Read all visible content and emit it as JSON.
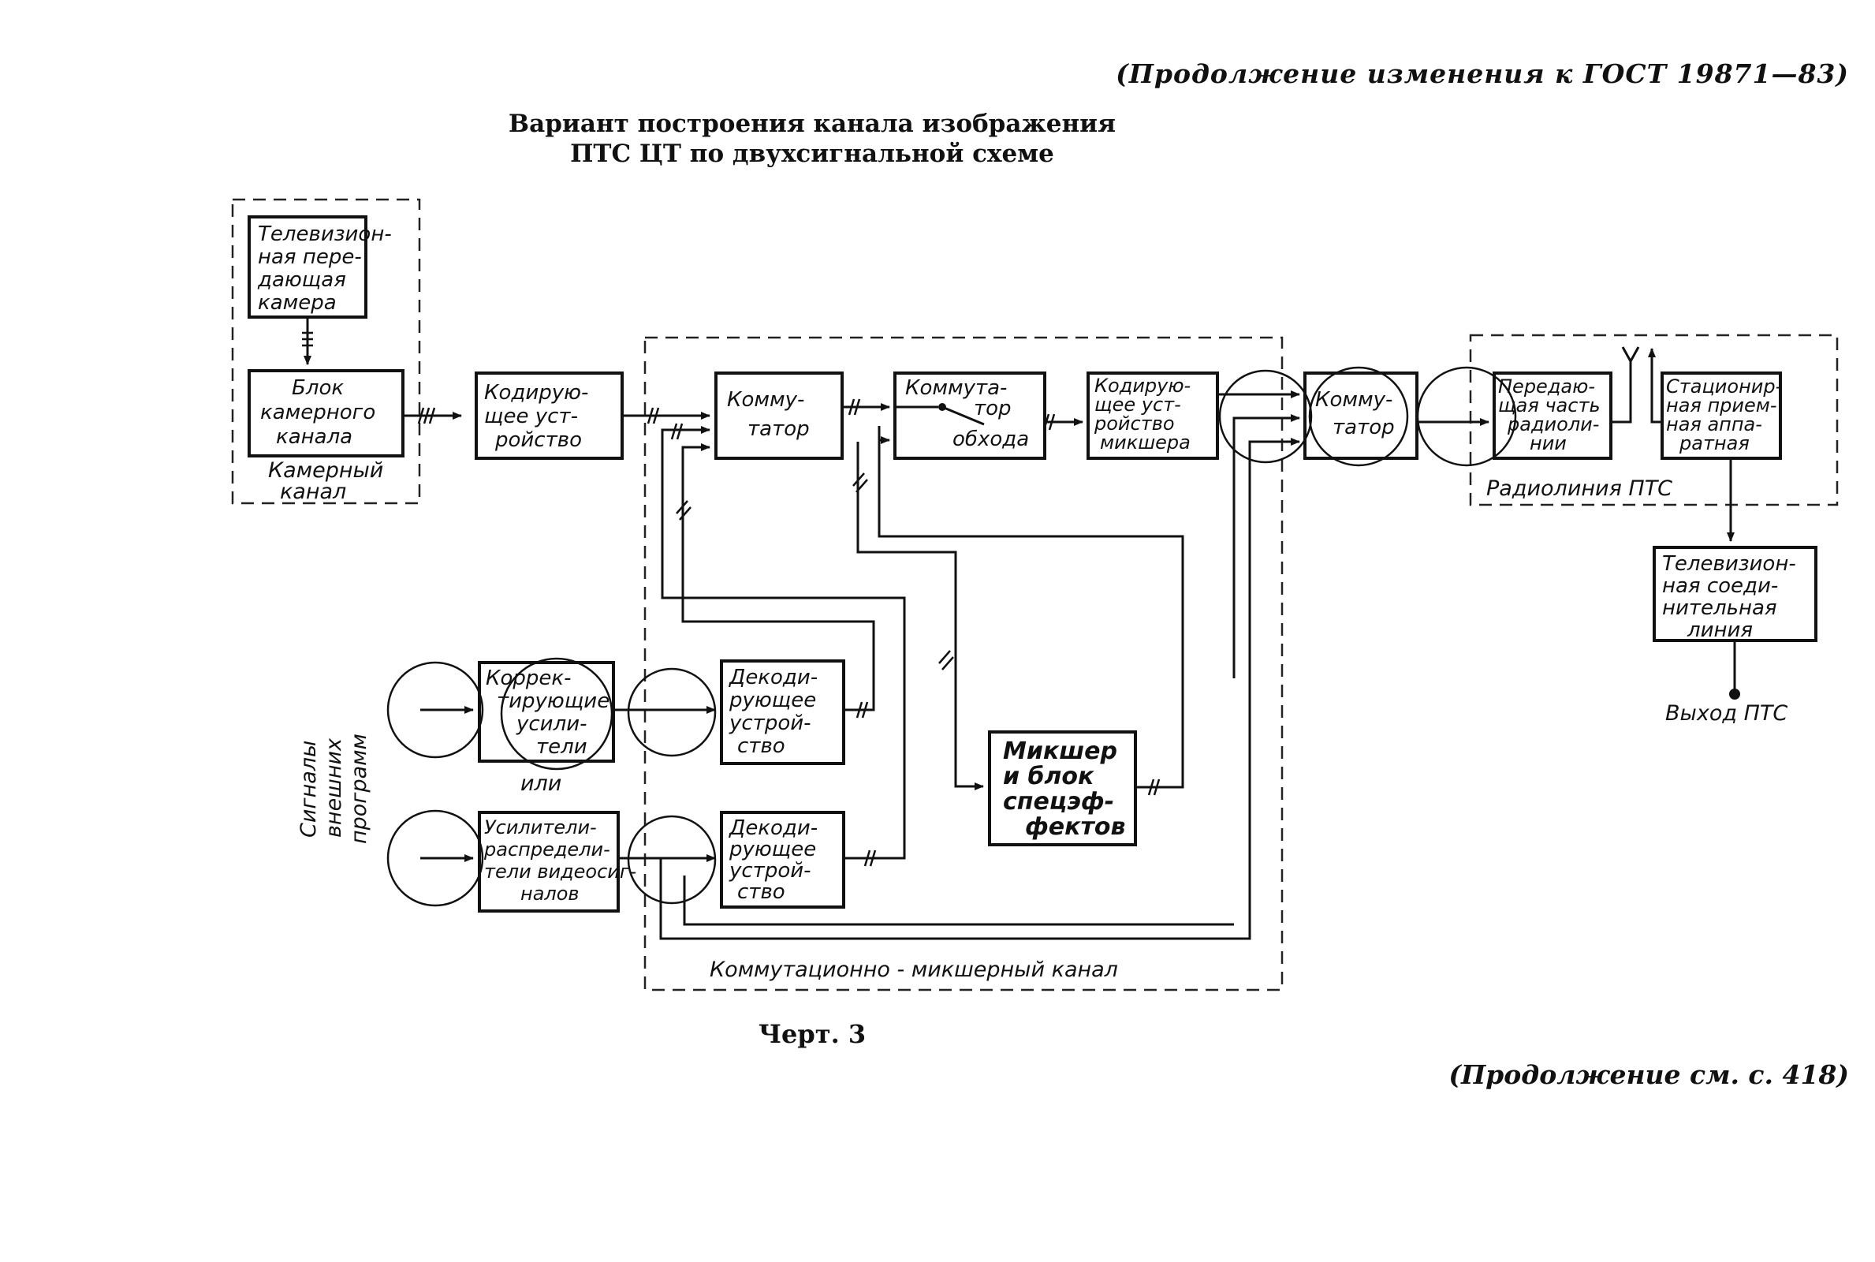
{
  "header": "(Продолжение изменения к ГОСТ 19871—83)",
  "title": {
    "line1": "Вариант построения канала изображения",
    "line2": "ПТС ЦТ по двухсигнальной схеме"
  },
  "blocks": {
    "camera": [
      "Телевизион-",
      "ная пере-",
      "дающая",
      "камера"
    ],
    "ccu": [
      "Блок",
      "камерного",
      "канала"
    ],
    "encoder1": [
      "Кодирую-",
      "щее уст-",
      "ройство"
    ],
    "switcher": [
      "Комму-",
      "татор"
    ],
    "bypass": [
      "Коммута-",
      "тор",
      "обхода"
    ],
    "encoder_mixer": [
      "Кодирую-",
      "щее уст-",
      "ройство",
      "микшера"
    ],
    "switcher2": [
      "Комму-",
      "татор"
    ],
    "tx": [
      "Передаю-",
      "щая часть",
      "радиоли-",
      "нии"
    ],
    "rx": [
      "Стационир-",
      "ная прием-",
      "ная аппа-",
      "ратная"
    ],
    "tie_line": [
      "Телевизион-",
      "ная соеди-",
      "нительная",
      "линия"
    ],
    "corr_amp": [
      "Коррек-",
      "тирующие",
      "усили-",
      "тели"
    ],
    "dist_amp": [
      "Усилители-",
      "распредели-",
      "тели видеосиг-",
      "налов"
    ],
    "decoder1": [
      "Декоди-",
      "рующее",
      "устрой-",
      "ство"
    ],
    "decoder2": [
      "Декоди-",
      "рующее",
      "устрой-",
      "ство"
    ],
    "mixer": [
      "Микшер",
      "и блок",
      "спецэф-",
      "фектов"
    ]
  },
  "labels": {
    "camera_channel": [
      "Камерный",
      "канал"
    ],
    "radio_link": "Радиолиния ПТС",
    "switch_mix_channel": "Коммутационно - микшерный канал",
    "or": "или",
    "ext_signals": [
      "Сигналы",
      "внешних",
      "программ"
    ],
    "output": "Выход ПТС"
  },
  "caption": "Черт. 3",
  "footer": "(Продолжение см. с. 418)"
}
